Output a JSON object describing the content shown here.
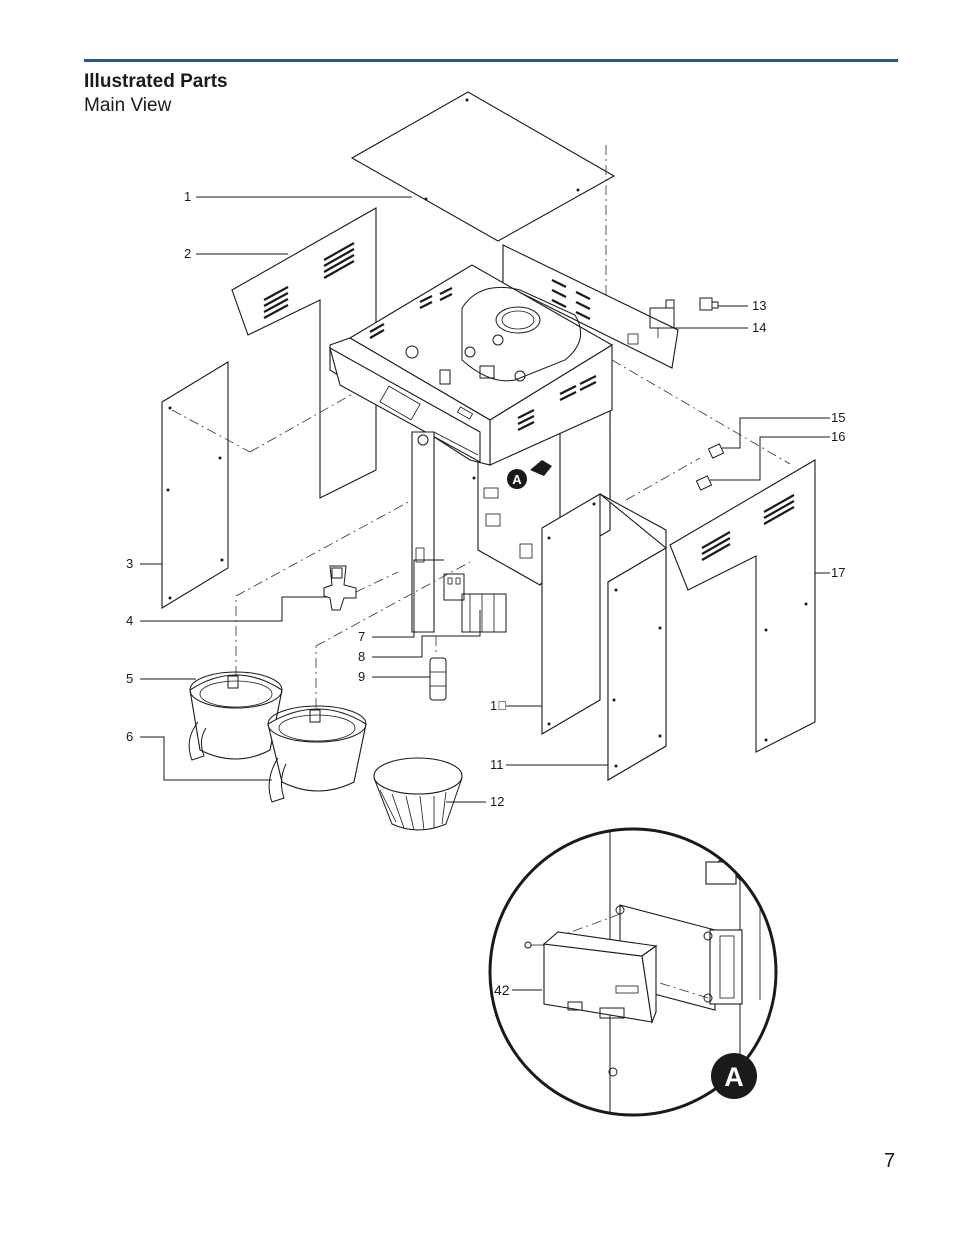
{
  "header": {
    "title": "Illustrated Parts",
    "subtitle": "Main View"
  },
  "callouts": {
    "c1": "1",
    "c2": "2",
    "c3": "3",
    "c4": "4",
    "c5": "5",
    "c6": "6",
    "c7": "7",
    "c8": "8",
    "c9": "9",
    "c10": "1⃞",
    "c11": "11",
    "c12": "12",
    "c13": "13",
    "c14": "14",
    "c15": "15",
    "c16": "16",
    "c17": "17",
    "c42": "42"
  },
  "detail_marker": "A",
  "page_number": "7"
}
